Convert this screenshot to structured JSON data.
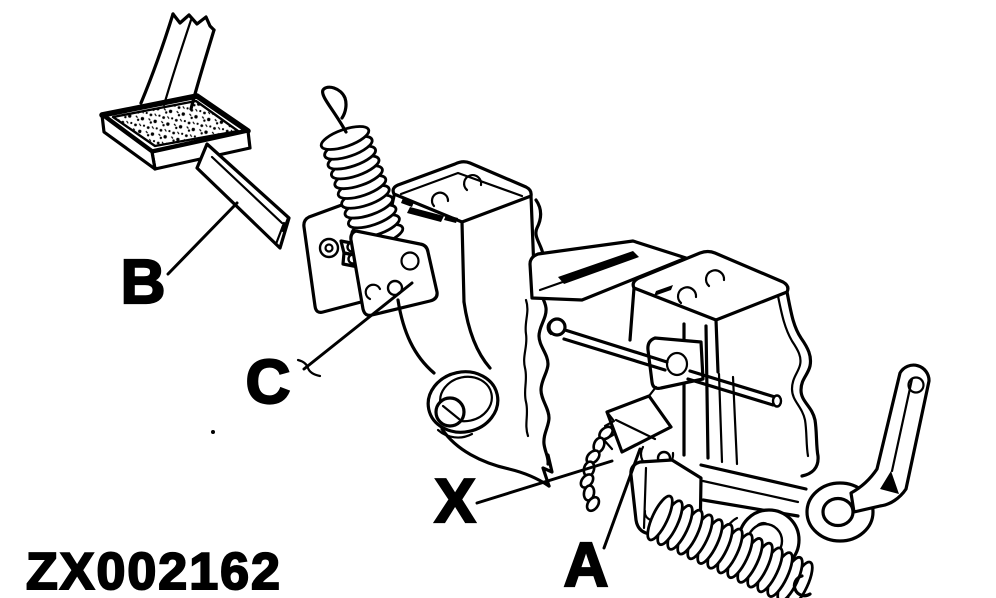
{
  "figure": {
    "code": "ZX002162"
  },
  "colors": {
    "ink": "#000000",
    "paper": "#ffffff"
  },
  "callouts": {
    "b": {
      "label": "B"
    },
    "c": {
      "label": "C"
    },
    "x": {
      "label": "X"
    },
    "a": {
      "label": "A"
    }
  }
}
